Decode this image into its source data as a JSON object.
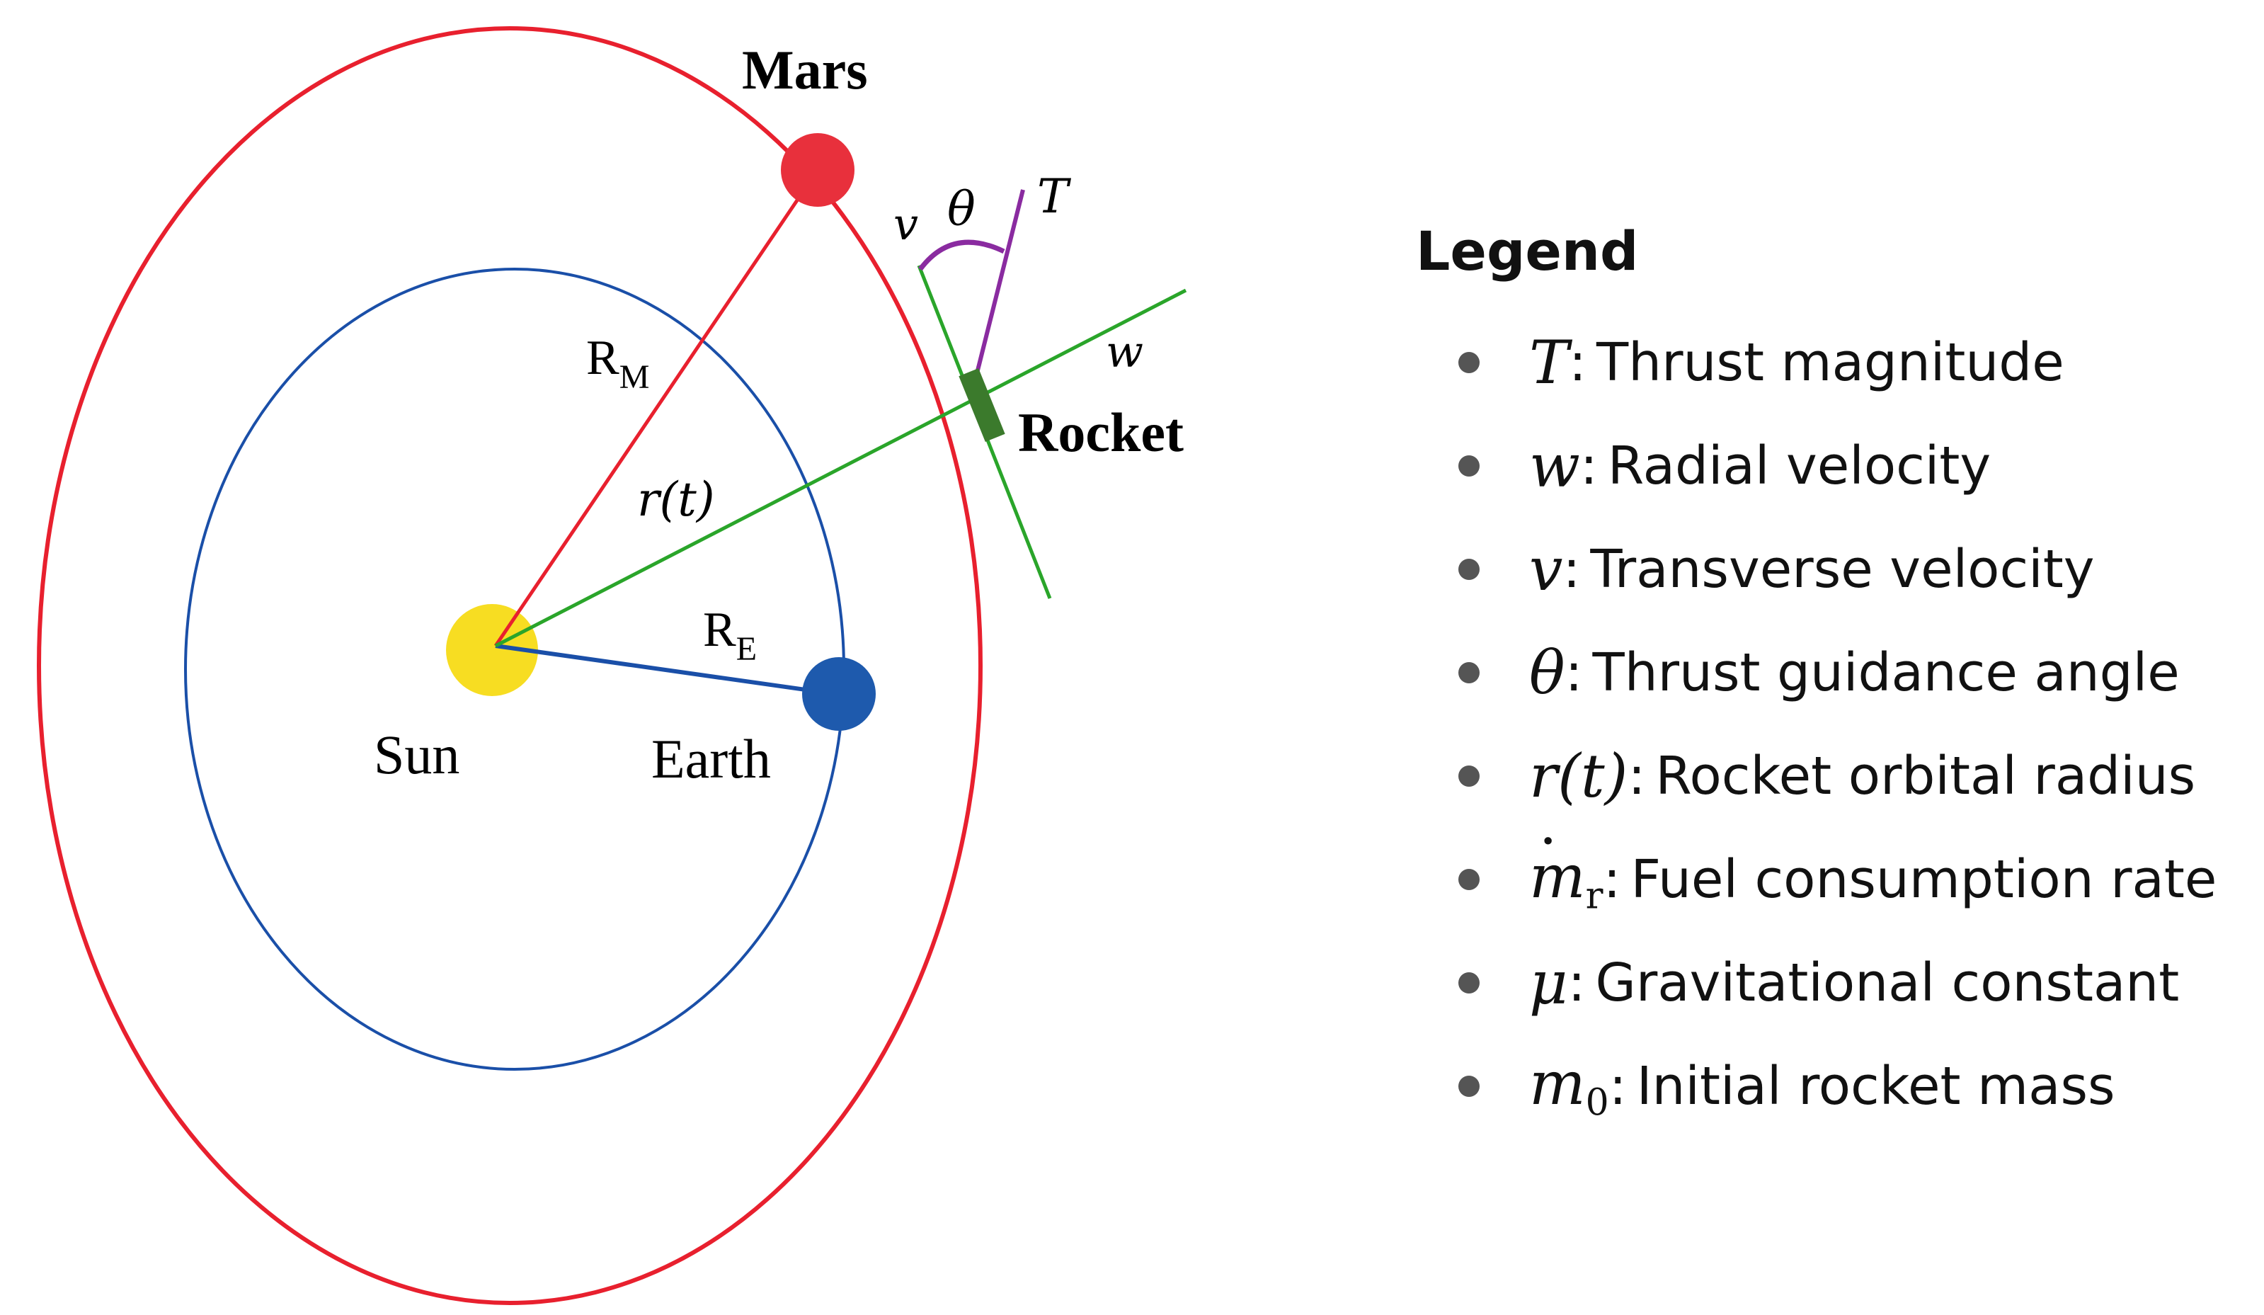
{
  "diagram": {
    "labels": {
      "mars": "Mars",
      "sun": "Sun",
      "earth": "Earth",
      "rocket": "Rocket",
      "r_m": "R",
      "r_m_sub": "M",
      "r_e": "R",
      "r_e_sub": "E",
      "r_t": "r(t)",
      "v": "v",
      "theta": "θ",
      "T": "T",
      "w": "w"
    },
    "colors": {
      "mars": "#e8303c",
      "mars_orbit": "#e8202e",
      "earth": "#1e5aad",
      "earth_orbit": "#1a4fa8",
      "sun": "#f7dd22",
      "radius_line": "#2aa52a",
      "thrust": "#8a2ba0",
      "rocket_body": "#3b7a2c"
    }
  },
  "legend": {
    "title": "Legend",
    "items": [
      {
        "symbol": "T",
        "text": "Thrust magnitude"
      },
      {
        "symbol": "w",
        "text": "Radial velocity"
      },
      {
        "symbol": "v",
        "text": "Transverse velocity"
      },
      {
        "symbol": "θ",
        "text": "Thrust guidance angle"
      },
      {
        "symbol": "r(t)",
        "text": "Rocket orbital radius"
      },
      {
        "symbol": "m",
        "symbol_sub": "r",
        "text": "Fuel consumption rate"
      },
      {
        "symbol": "μ",
        "text": "Gravitational constant"
      },
      {
        "symbol": "m",
        "symbol_sub": "0",
        "text": "Initial rocket mass"
      }
    ]
  }
}
